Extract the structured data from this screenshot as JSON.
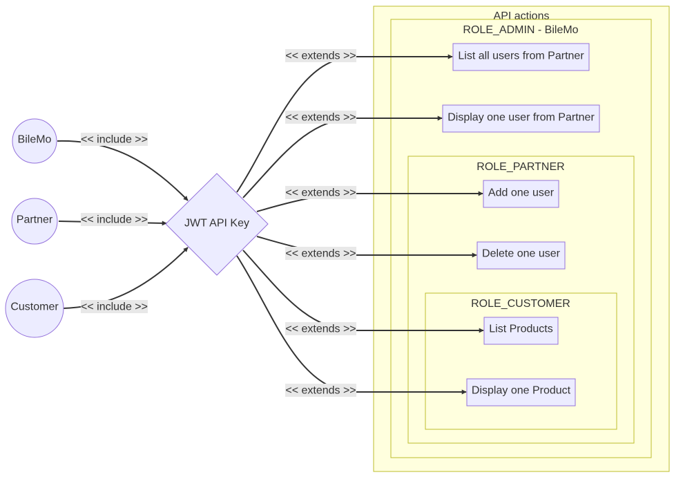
{
  "clusters": {
    "api_actions": "API actions",
    "role_admin": "ROLE_ADMIN - BileMo",
    "role_partner": "ROLE_PARTNER",
    "role_customer": "ROLE_CUSTOMER"
  },
  "actors": {
    "bilemo": "BileMo",
    "partner": "Partner",
    "customer": "Customer"
  },
  "decision": {
    "jwt": "JWT API Key"
  },
  "actions": {
    "list_users": "List all users from Partner",
    "display_user": "Display one user from Partner",
    "add_user": "Add one user",
    "delete_user": "Delete one user",
    "list_products": "List Products",
    "display_product": "Display one Product"
  },
  "edge_labels": {
    "include": "<< include >>",
    "extends": "<< extends >>"
  },
  "colors": {
    "cluster_fill": "#ffffde",
    "cluster_stroke": "#bdbd2c",
    "node_fill": "#ececff",
    "node_stroke": "#9370db",
    "edge": "#333333",
    "edge_label_bg": "#e8e8e8"
  }
}
